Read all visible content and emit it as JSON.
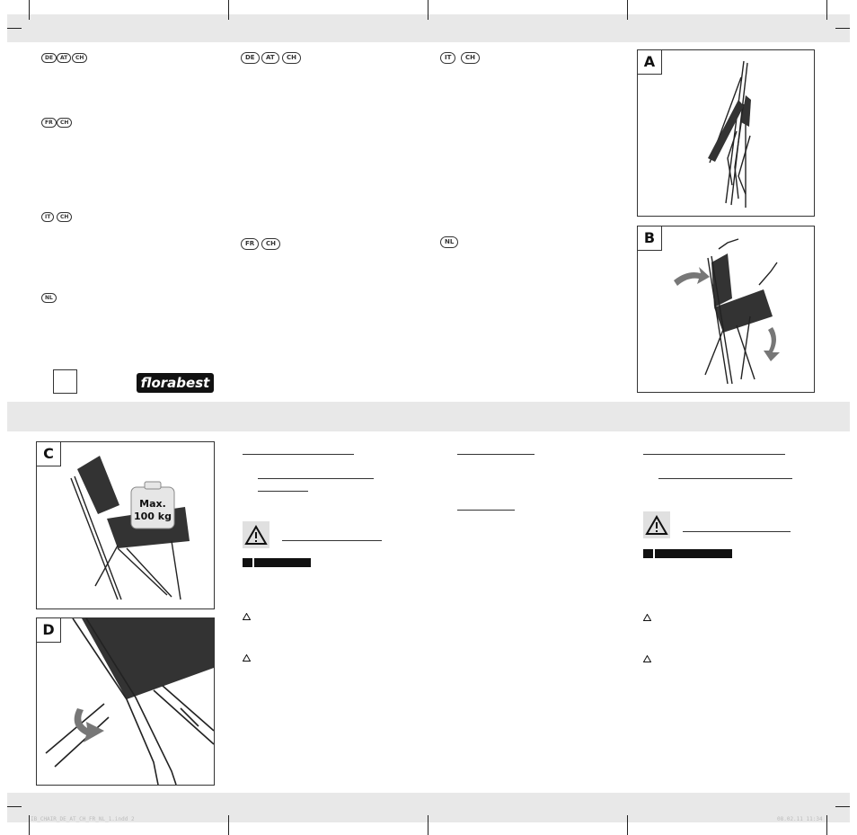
{
  "top_left_column": {
    "flags_1": [
      "DE",
      "AT",
      "CH"
    ],
    "flags_2": [
      "FR",
      "CH"
    ],
    "flags_3": [
      "IT",
      "CH"
    ],
    "flags_4": [
      "NL"
    ]
  },
  "top_col2": {
    "flags_1": [
      "DE",
      "AT",
      "CH"
    ],
    "flags_2": [
      "FR",
      "CH"
    ]
  },
  "top_col3": {
    "flags_1": [
      "IT",
      "CH"
    ],
    "flags_2": [
      "NL"
    ]
  },
  "brand": {
    "logo_text": "florabest"
  },
  "figures": {
    "A": "A",
    "B": "B",
    "C": "C",
    "D": "D",
    "weight_label_line1": "Max.",
    "weight_label_line2": "100 kg"
  },
  "footer": {
    "left_text": "IB_CHAIR_DE_AT_CH_FR_NL_1.indd   2",
    "right_text": "08.02.11   11:34"
  },
  "icons": [
    "warning-triangle-icon",
    "crop-mark"
  ]
}
